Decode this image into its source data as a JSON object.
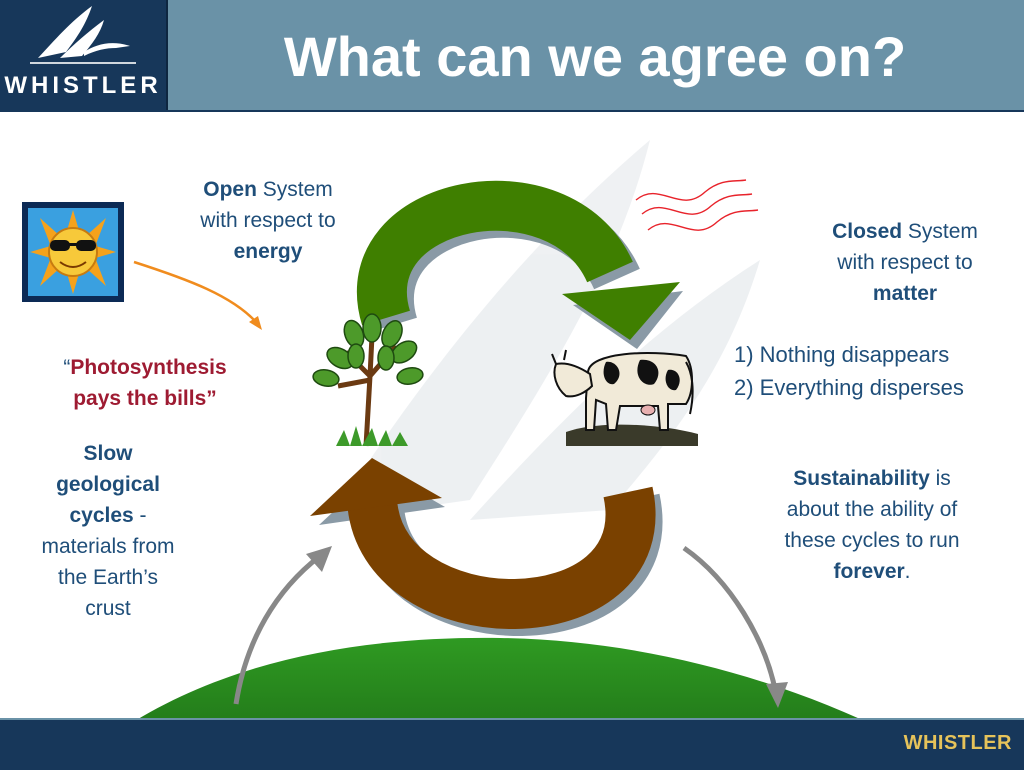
{
  "header": {
    "logo_text": "WHISTLER",
    "title": "What can we agree on?"
  },
  "labels": {
    "open_bold": "Open",
    "open_rest": " System",
    "open_line2": "with respect to",
    "open_line3": "energy",
    "closed_bold": "Closed",
    "closed_rest": " System",
    "closed_line2": "with respect to",
    "closed_line3": "matter",
    "point1": "1) Nothing disappears",
    "point2": "2) Everything disperses",
    "photo_open_quote": "“",
    "photo_line1": "Photosynthesis",
    "photo_line2": "pays the bills”",
    "slow_line1": "Slow",
    "slow_line2": "geological",
    "slow_line3": "cycles",
    "slow_dash": " -",
    "slow_line4": "materials from",
    "slow_line5": "the Earth’s",
    "slow_line6": "crust",
    "sust_bold": "Sustainability",
    "sust_rest": " is",
    "sust_line2": "about the ability of",
    "sust_line3": "these cycles to run",
    "sust_line4": "forever",
    "sust_period": "."
  },
  "footer": {
    "brand": "WHISTLER"
  },
  "colors": {
    "header_bg": "#6a92a7",
    "navy": "#17375a",
    "text_blue": "#1f4e79",
    "highlight_red": "#9e1b32",
    "cycle_green": "#3f7f00",
    "cycle_brown": "#7a4100",
    "hill_green": "#2a8a1f",
    "footer_gold": "#e6c35a"
  },
  "icons": [
    "mountain-logo-icon",
    "sun-icon",
    "tree-icon",
    "cow-icon",
    "heat-waves-icon",
    "hill-shape"
  ]
}
